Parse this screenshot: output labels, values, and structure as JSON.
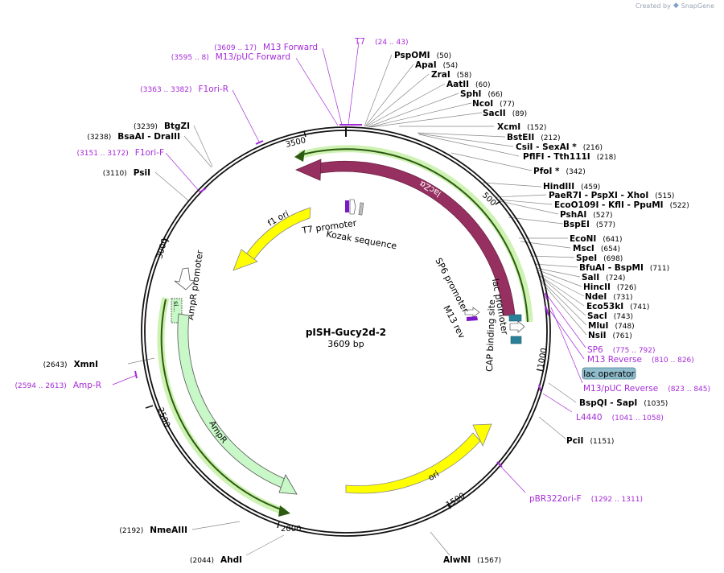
{
  "credit": {
    "prefix": "Created by",
    "brand": "SnapGene"
  },
  "plasmid": {
    "name": "pISH-Gucy2d-2",
    "size_label": "3609 bp",
    "length": 3609
  },
  "colors": {
    "primer": "#a52ad8",
    "backbone": "#111111",
    "lacZa": "#963060",
    "ori": "#ffff00",
    "ampr": "#c8f8c8",
    "lacop": "#8fbccc",
    "feature_teal": "#2a8098"
  },
  "ticks": [
    {
      "label": "500",
      "bp": 500
    },
    {
      "label": "1000",
      "bp": 1000
    },
    {
      "label": "1500",
      "bp": 1500
    },
    {
      "label": "2000",
      "bp": 2000
    },
    {
      "label": "2500",
      "bp": 2500
    },
    {
      "label": "3000",
      "bp": 3000
    },
    {
      "label": "3500",
      "bp": 3500
    }
  ],
  "sites": [
    {
      "id": "pspomi",
      "name": "PspOMI",
      "pos": "(50)",
      "bp": 50
    },
    {
      "id": "apai",
      "name": "ApaI",
      "pos": "(54)",
      "bp": 54
    },
    {
      "id": "zrai",
      "name": "ZraI",
      "pos": "(58)",
      "bp": 58
    },
    {
      "id": "aatii",
      "name": "AatII",
      "pos": "(60)",
      "bp": 60
    },
    {
      "id": "sphi",
      "name": "SphI",
      "pos": "(66)",
      "bp": 66
    },
    {
      "id": "ncoi",
      "name": "NcoI",
      "pos": "(77)",
      "bp": 77
    },
    {
      "id": "sacii",
      "name": "SacII",
      "pos": "(89)",
      "bp": 89
    },
    {
      "id": "xcmi",
      "name": "XcmI",
      "pos": "(152)",
      "bp": 152
    },
    {
      "id": "bsteii",
      "name": "BstEII",
      "pos": "(212)",
      "bp": 212
    },
    {
      "id": "csii",
      "name": "CsiI  - SexAI *",
      "pos": "(216)",
      "bp": 216
    },
    {
      "id": "pflfi",
      "name": "PflFI  - Tth111I",
      "pos": "(218)",
      "bp": 218
    },
    {
      "id": "pfoi",
      "name": "PfoI *",
      "pos": "(342)",
      "bp": 342
    },
    {
      "id": "hindiii",
      "name": "HindIII",
      "pos": "(459)",
      "bp": 459
    },
    {
      "id": "paer7i",
      "name": "PaeR7I  - PspXI  - XhoI",
      "pos": "(515)",
      "bp": 515
    },
    {
      "id": "eco0109i",
      "name": "EcoO109I  - KflI  - PpuMI",
      "pos": "(522)",
      "bp": 522
    },
    {
      "id": "pshai",
      "name": "PshAI",
      "pos": "(527)",
      "bp": 527
    },
    {
      "id": "bspei",
      "name": "BspEI",
      "pos": "(577)",
      "bp": 577
    },
    {
      "id": "econi",
      "name": "EcoNI",
      "pos": "(641)",
      "bp": 641
    },
    {
      "id": "msci",
      "name": "MscI",
      "pos": "(654)",
      "bp": 654
    },
    {
      "id": "spei",
      "name": "SpeI",
      "pos": "(698)",
      "bp": 698
    },
    {
      "id": "bfuai",
      "name": "BfuAI  - BspMI",
      "pos": "(711)",
      "bp": 711
    },
    {
      "id": "sali",
      "name": "SalI",
      "pos": "(724)",
      "bp": 724
    },
    {
      "id": "hincii",
      "name": "HincII",
      "pos": "(726)",
      "bp": 726
    },
    {
      "id": "ndei",
      "name": "NdeI",
      "pos": "(731)",
      "bp": 731
    },
    {
      "id": "eco53ki",
      "name": "Eco53kI",
      "pos": "(741)",
      "bp": 741
    },
    {
      "id": "saci",
      "name": "SacI",
      "pos": "(743)",
      "bp": 743
    },
    {
      "id": "mlui",
      "name": "MluI",
      "pos": "(748)",
      "bp": 748
    },
    {
      "id": "nsii",
      "name": "NsiI",
      "pos": "(761)",
      "bp": 761
    },
    {
      "id": "bspqi",
      "name": "BspQI  - SapI",
      "pos": "(1035)",
      "bp": 1035
    },
    {
      "id": "pcii",
      "name": "PciI",
      "pos": "(1151)",
      "bp": 1151
    },
    {
      "id": "alwni",
      "name": "AlwNI",
      "pos": "(1567)",
      "bp": 1567
    },
    {
      "id": "ahdi",
      "name": "AhdI",
      "pos": "(2044)",
      "bp": 2044
    },
    {
      "id": "nmeaiii",
      "name": "NmeAIII",
      "pos": "(2192)",
      "bp": 2192
    },
    {
      "id": "xmni",
      "name": "XmnI",
      "pos": "(2643)",
      "bp": 2643
    },
    {
      "id": "psii",
      "name": "PsiI",
      "pos": "(3110)",
      "bp": 3110
    },
    {
      "id": "bsaai",
      "name": "BsaAI  - DraIII",
      "pos": "(3238)",
      "bp": 3238
    },
    {
      "id": "btgzi",
      "name": "BtgZI",
      "pos": "(3239)",
      "bp": 3239
    }
  ],
  "primers": [
    {
      "id": "t7",
      "name": "T7",
      "pos": "(24 .. 43)",
      "bp": 33
    },
    {
      "id": "m13fwd",
      "name": "M13 Forward",
      "pos": "(3609 .. 17)",
      "bp": 3605
    },
    {
      "id": "m13puc",
      "name": "M13/pUC Forward",
      "pos": "(3595 .. 8)",
      "bp": 3598
    },
    {
      "id": "f1orir",
      "name": "F1ori-R",
      "pos": "(3363 .. 3382)",
      "bp": 3372
    },
    {
      "id": "f1orif",
      "name": "F1ori-F",
      "pos": "(3151 .. 3172)",
      "bp": 3161
    },
    {
      "id": "sp6",
      "name": "SP6",
      "pos": "(775 .. 792)",
      "bp": 783
    },
    {
      "id": "m13rev",
      "name": "M13 Reverse",
      "pos": "(810 .. 826)",
      "bp": 818
    },
    {
      "id": "m13pucrev",
      "name": "M13/pUC Reverse",
      "pos": "(823 .. 845)",
      "bp": 834
    },
    {
      "id": "l4440",
      "name": "L4440",
      "pos": "(1041 .. 1058)",
      "bp": 1050
    },
    {
      "id": "pbr322",
      "name": "pBR322ori-F",
      "pos": "(1292 .. 1311)",
      "bp": 1301
    },
    {
      "id": "ampr_p",
      "name": "Amp-R",
      "pos": "(2594 .. 2613)",
      "bp": 2603
    }
  ],
  "features": {
    "lacZa": "lacZα",
    "f1ori": "f1 ori",
    "ori": "ori",
    "ampr": "AmpR",
    "ampr_promoter": "AmpR promoter",
    "ampr_promoter_short": "si...",
    "t7_promoter": "T7 promoter",
    "kozak": "Kozak sequence",
    "sp6_promoter": "SP6 promoter",
    "m13_rev": "M13 rev",
    "lac_promoter": "lac promoter",
    "cap": "CAP binding site",
    "lac_operator": "lac operator"
  }
}
